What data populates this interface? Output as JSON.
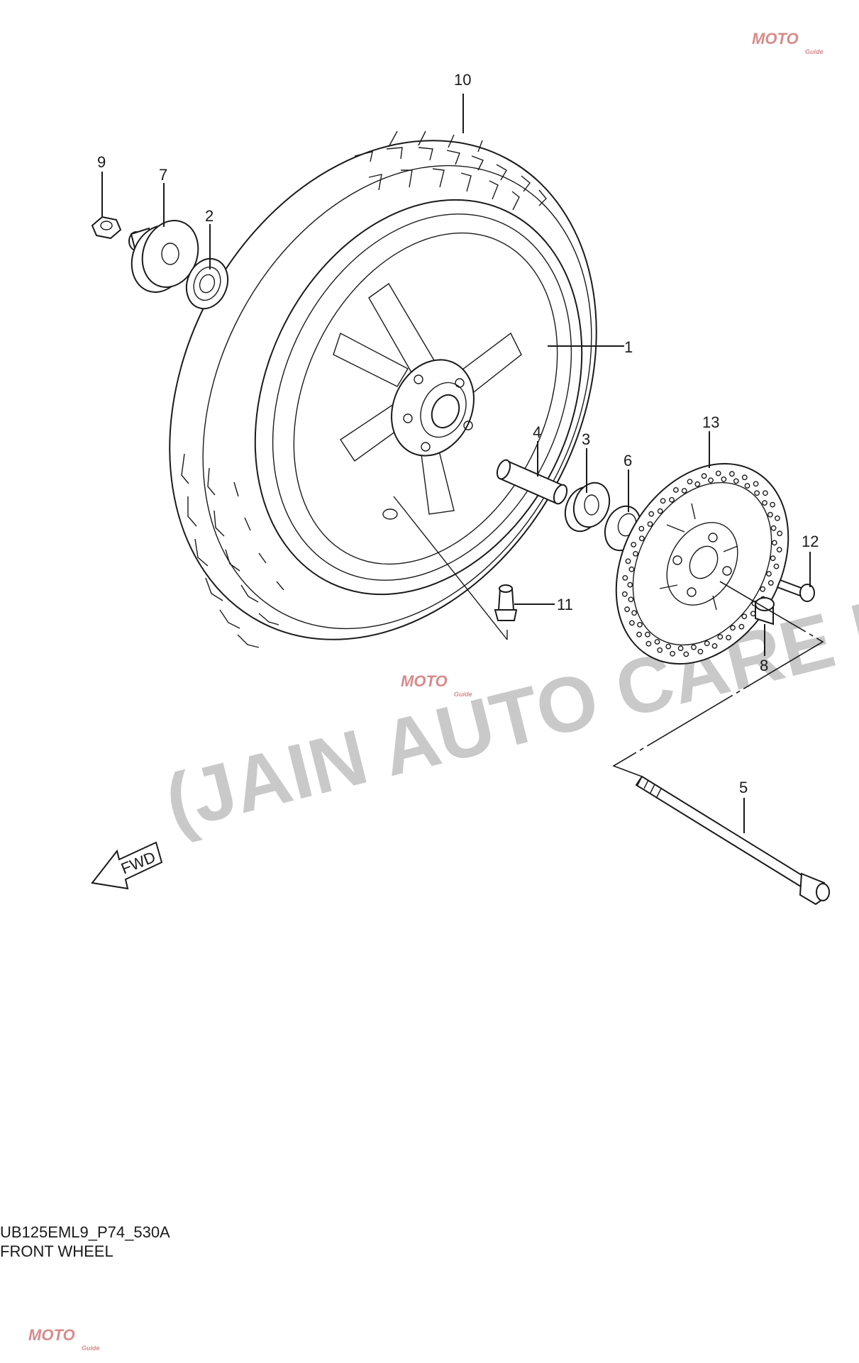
{
  "diagram": {
    "code": "UB125EML9_P74_530A",
    "title": "FRONT WHEEL",
    "fwd_label": "FWD",
    "watermark": "(JAIN AUTO CARE P",
    "logo_text": "MOTO",
    "logo_sub": "Guide",
    "callouts": [
      "1",
      "2",
      "3",
      "4",
      "5",
      "6",
      "7",
      "8",
      "9",
      "10",
      "11",
      "12",
      "13"
    ]
  }
}
